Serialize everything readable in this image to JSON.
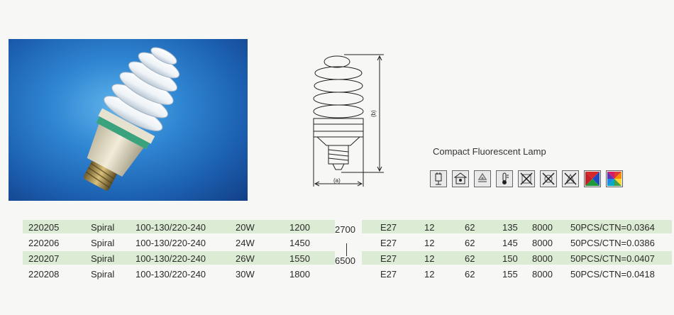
{
  "product": {
    "title": "Compact Fluorescent Lamp",
    "dim_b": "(b)",
    "dim_a": "(a)"
  },
  "icons": [
    {
      "name": "plug-icon"
    },
    {
      "name": "dimmer-icon"
    },
    {
      "name": "recycle-icon"
    },
    {
      "name": "thermometer-icon"
    },
    {
      "name": "no-dimmer-icon"
    },
    {
      "name": "no-outdoor-icon"
    },
    {
      "name": "no-enclosed-icon"
    },
    {
      "name": "rgb-color-icon"
    },
    {
      "name": "spectrum-color-icon"
    }
  ],
  "color_temps": {
    "top": "2700",
    "bottom": "6500"
  },
  "rows": [
    {
      "code": "220205",
      "type": "Spiral",
      "voltage": "100-130/220-240",
      "watt": "20W",
      "lumen": "1200",
      "base": "E27",
      "a": "12",
      "b": "62",
      "c": "135",
      "life": "8000",
      "packing": "50PCS/CTN=0.0364"
    },
    {
      "code": "220206",
      "type": "Spiral",
      "voltage": "100-130/220-240",
      "watt": "24W",
      "lumen": "1450",
      "base": "E27",
      "a": "12",
      "b": "62",
      "c": "145",
      "life": "8000",
      "packing": "50PCS/CTN=0.0386"
    },
    {
      "code": "220207",
      "type": "Spiral",
      "voltage": "100-130/220-240",
      "watt": "26W",
      "lumen": "1550",
      "base": "E27",
      "a": "12",
      "b": "62",
      "c": "150",
      "life": "8000",
      "packing": "50PCS/CTN=0.0407"
    },
    {
      "code": "220208",
      "type": "Spiral",
      "voltage": "100-130/220-240",
      "watt": "30W",
      "lumen": "1800",
      "base": "E27",
      "a": "12",
      "b": "62",
      "c": "155",
      "life": "8000",
      "packing": "50PCS/CTN=0.0418"
    }
  ],
  "colors": {
    "row_shade": "#dcebd3",
    "photo_blue": "#2f86d2"
  }
}
